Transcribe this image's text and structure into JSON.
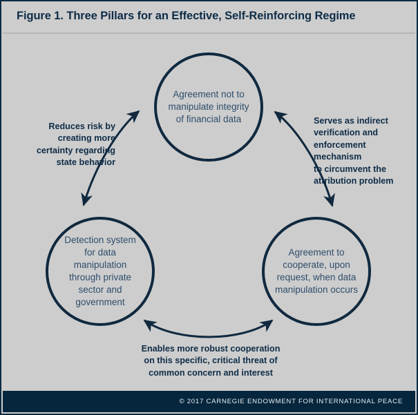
{
  "figure": {
    "title": "Figure 1. Three Pillars for an Effective, Self-Reinforcing Regime",
    "credit": "© 2017 CARNEGIE ENDOWMENT FOR INTERNATIONAL PEACE"
  },
  "colors": {
    "background": "#cdcdcd",
    "frame_border": "#0b2b43",
    "circle_stroke": "#10293f",
    "circle_text": "#2e4d6b",
    "label_text": "#0e2c47",
    "footer_bar": "#06263d",
    "footer_text": "#e8eef3"
  },
  "nodes": [
    {
      "id": "top",
      "text": "Agreement not to\nmanipulate integrity\nof financial data"
    },
    {
      "id": "left",
      "text": "Detection system\nfor data manipulation\nthrough private\nsector and\ngovernment"
    },
    {
      "id": "right",
      "text": "Agreement to\ncooperate, upon\nrequest, when data\nmanipulation occurs"
    }
  ],
  "edges": [
    {
      "id": "left-edge",
      "between": "top <-> left",
      "arrowheads": "both",
      "label": "Reduces risk by\ncreating more\ncertainty regarding\nstate behavior"
    },
    {
      "id": "right-edge",
      "between": "top <-> right",
      "arrowheads": "both",
      "label": "Serves as indirect\nverification and\nenforcement mechanism\nto circumvent the\nattribution problem"
    },
    {
      "id": "bottom-edge",
      "between": "left <-> right",
      "arrowheads": "both",
      "label": "Enables more robust cooperation\non this specific, critical threat of\ncommon concern and interest"
    }
  ]
}
